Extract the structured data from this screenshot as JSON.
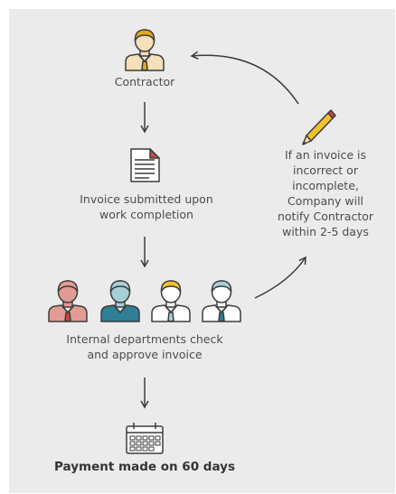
{
  "steps": {
    "contractor": "Contractor",
    "invoice": [
      "Invoice submitted upon",
      "work completion"
    ],
    "internal": [
      "Internal departments check",
      "and approve invoice"
    ],
    "payment": "Payment made on 60 days"
  },
  "note": [
    "If an invoice is",
    "incorrect or",
    "incomplete,",
    "Company will",
    "notify Contractor",
    "within 2-5 days"
  ],
  "colors": {
    "background": "#ebebeb",
    "text": "#4d4d4d",
    "outline": "#3c3c3c",
    "skin": "#f6dfb9",
    "tie_yellow": "#e1ab1e",
    "accent_red": "#c9474a",
    "salmon": "#e29b94",
    "teal": "#2f7f96",
    "light_blue": "#a7cfd8",
    "pencil_yellow": "#f0c22c"
  },
  "icons": [
    "person-icon",
    "document-icon",
    "team-icons",
    "pencil-icon",
    "calendar-icon"
  ]
}
